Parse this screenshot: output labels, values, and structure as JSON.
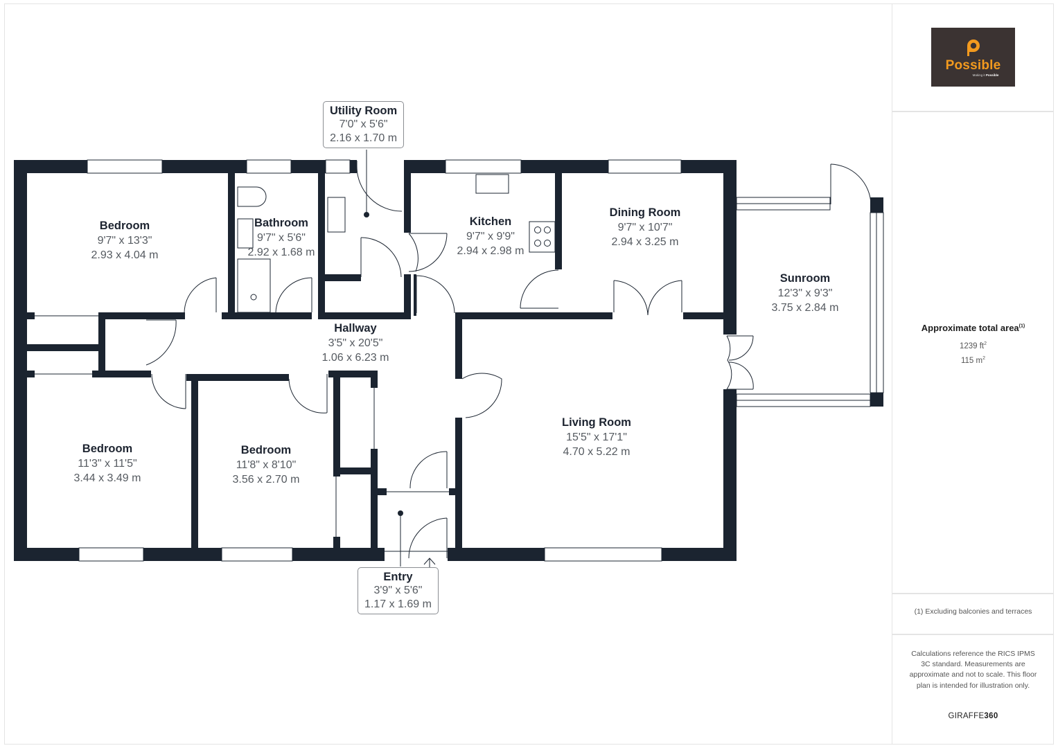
{
  "colors": {
    "wall": "#1b2430",
    "logo_bg": "#3b3332",
    "logo_accent": "#f39a1e",
    "border": "#e4e4e4"
  },
  "logo": {
    "icon": "p-pin-icon",
    "name": "Possible",
    "tagline_prefix": "Making it",
    "tagline_bold": "Possible"
  },
  "area": {
    "title": "Approximate total area",
    "footnote_marker": "(1)",
    "imperial": "1239 ft",
    "imperial_unit_sup": "2",
    "metric": "115 m",
    "metric_unit_sup": "2"
  },
  "footnote": "(1) Excluding balconies and terraces",
  "disclaimer": "Calculations reference the RICS IPMS 3C standard. Measurements are approximate and not to scale. This floor plan is intended for illustration only.",
  "brand": {
    "prefix": "GIRAFFE",
    "suffix": "360"
  },
  "rooms": [
    {
      "name": "Bedroom",
      "imperial": "9'7\" x 13'3\"",
      "metric": "2.93 x 4.04 m"
    },
    {
      "name": "Bathroom",
      "imperial": "9'7\" x 5'6\"",
      "metric": "2.92 x 1.68 m"
    },
    {
      "name": "Utility Room",
      "imperial": "7'0\" x 5'6\"",
      "metric": "2.16 x 1.70 m"
    },
    {
      "name": "Kitchen",
      "imperial": "9'7\" x 9'9\"",
      "metric": "2.94 x 2.98 m"
    },
    {
      "name": "Dining Room",
      "imperial": "9'7\" x 10'7\"",
      "metric": "2.94 x 3.25 m"
    },
    {
      "name": "Sunroom",
      "imperial": "12'3\" x 9'3\"",
      "metric": "3.75 x 2.84 m"
    },
    {
      "name": "Hallway",
      "imperial": "3'5\" x 20'5\"",
      "metric": "1.06 x 6.23 m"
    },
    {
      "name": "Living Room",
      "imperial": "15'5\" x 17'1\"",
      "metric": "4.70 x 5.22 m"
    },
    {
      "name": "Bedroom",
      "imperial": "11'3\" x 11'5\"",
      "metric": "3.44 x 3.49 m"
    },
    {
      "name": "Bedroom",
      "imperial": "11'8\" x 8'10\"",
      "metric": "3.56 x 2.70 m"
    },
    {
      "name": "Entry",
      "imperial": "3'9\" x 5'6\"",
      "metric": "1.17 x 1.69 m"
    }
  ]
}
